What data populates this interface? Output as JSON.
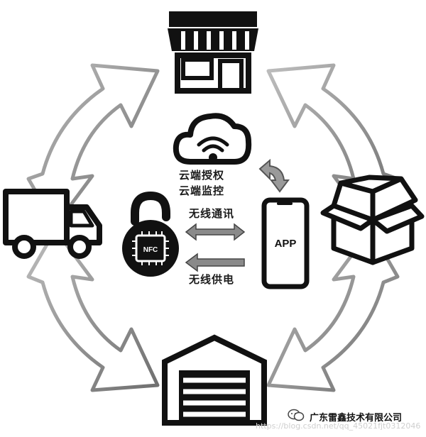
{
  "labels": {
    "cloud_auth": "云端授权",
    "cloud_monitor": "云端监控",
    "wireless_comm": "无线通讯",
    "wireless_power": "无线供电",
    "app": "APP",
    "nfc": "NFC"
  },
  "footer": {
    "company": "广东雷鑫技术有限公司",
    "watermark": "https://blog.csdn.net/qq_45021fjt0312046"
  },
  "icons": [
    "store-icon",
    "box-icon",
    "warehouse-icon",
    "truck-icon",
    "cloud-wifi-icon",
    "smartphone-icon",
    "nfc-padlock-icon",
    "refresh-arrow-icon",
    "wechat-icon"
  ],
  "colors": {
    "arrow_gray": "#8a8a8a",
    "arrow_fill": "#ffffff",
    "icon_black": "#111111"
  }
}
